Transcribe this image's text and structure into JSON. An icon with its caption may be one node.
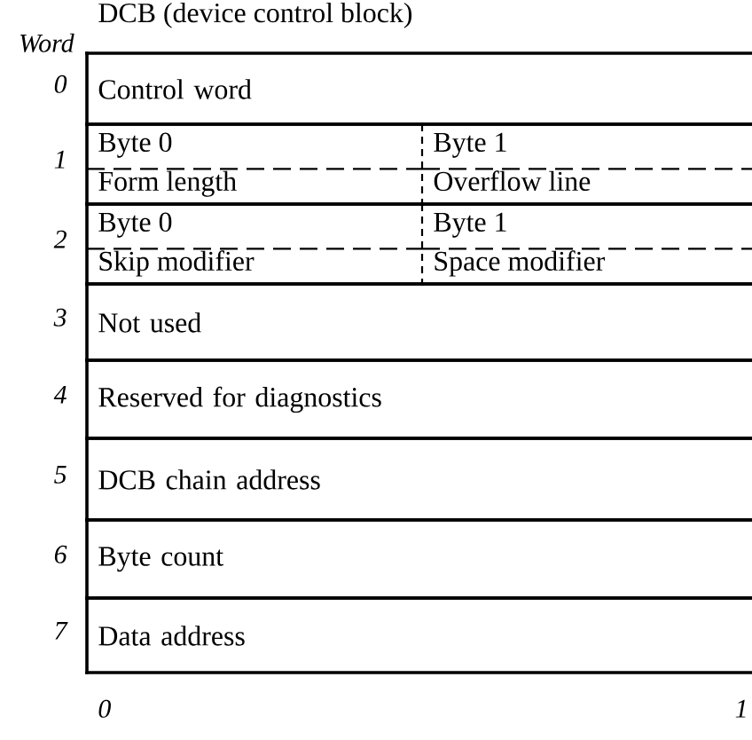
{
  "diagram": {
    "title": "DCB (device control block)",
    "nodes": [
      {
        "text": [
          "Control word"
        ]
      },
      {
        "text": [
          "Byte 0",
          "Form length"
        ]
      },
      {
        "text": [
          "Byte 1",
          "Overflow line"
        ]
      },
      {
        "text": [
          "Byte 0",
          "Skip modifier"
        ]
      },
      {
        "text": [
          "Byte 1",
          "Space modifier"
        ]
      },
      {
        "text": [
          "Not used"
        ]
      },
      {
        "text": [
          "Reserved for diagnostics"
        ]
      },
      {
        "text": [
          "DCB chain address"
        ]
      },
      {
        "text": [
          "Byte count"
        ]
      },
      {
        "text": [
          "Data address"
        ]
      }
    ],
    "labels": [
      "Word",
      "0",
      "1",
      "2",
      "3",
      "4",
      "5",
      "6",
      "7",
      "0",
      "1"
    ]
  }
}
